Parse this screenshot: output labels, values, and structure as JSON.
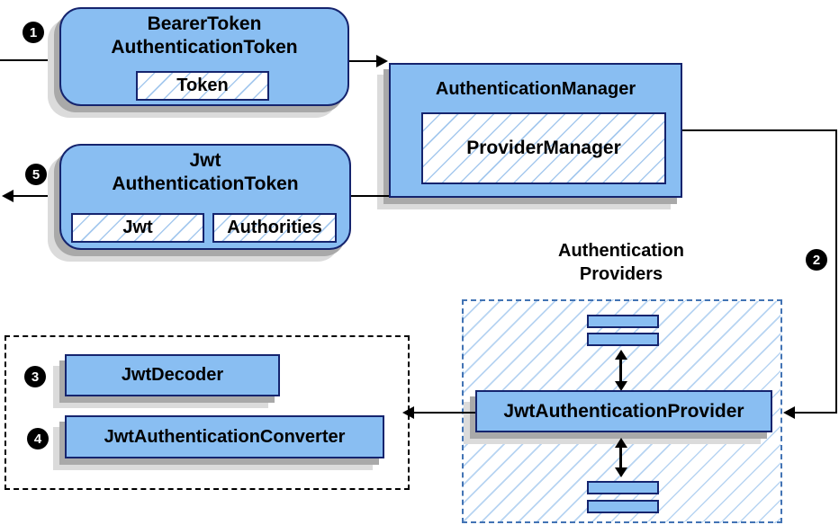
{
  "diagram": {
    "bearer_box": {
      "title_line1": "BearerToken",
      "title_line2": "AuthenticationToken",
      "token_label": "Token"
    },
    "auth_manager_box": {
      "title": "AuthenticationManager",
      "provider_manager_label": "ProviderManager"
    },
    "jwt_token_box": {
      "title_line1": "Jwt",
      "title_line2": "AuthenticationToken",
      "jwt_label": "Jwt",
      "authorities_label": "Authorities"
    },
    "providers_group": {
      "title_line1": "Authentication",
      "title_line2": "Providers",
      "provider_label": "JwtAuthenticationProvider"
    },
    "decoder_group": {
      "decoder_label": "JwtDecoder",
      "converter_label": "JwtAuthenticationConverter"
    },
    "badges": {
      "step1": "1",
      "step2": "2",
      "step3": "3",
      "step4": "4",
      "step5": "5"
    },
    "colors": {
      "box_fill": "#89BEF2",
      "box_border": "#15246E",
      "hatch_line": "#A6C9EE",
      "providers_dash": "#4273B4",
      "black_dash": "#000000",
      "shadow_dark": "#A9A9A9",
      "shadow_light": "#DBDBDB",
      "arrow": "#000000"
    }
  }
}
